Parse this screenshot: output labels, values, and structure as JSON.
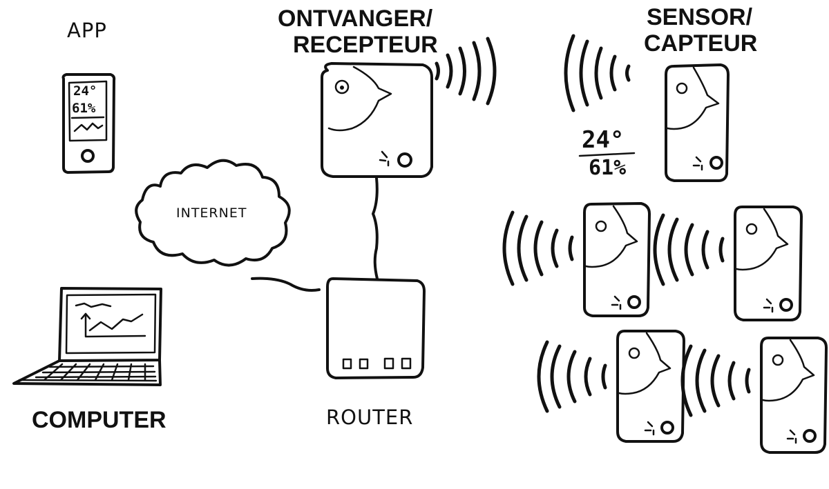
{
  "labels": {
    "app": "APP",
    "receiver_line1": "ONTVANGER/",
    "receiver_line2": "RECEPTEUR",
    "sensor_line1": "SENSOR/",
    "sensor_line2": "CAPTEUR",
    "internet": "INTERNET",
    "computer": "COMPUTER",
    "router": "ROUTER"
  },
  "phone_screen": {
    "temperature": "24°",
    "humidity": "61%"
  },
  "sensor_readout": {
    "temperature": "24°",
    "humidity": "61%"
  }
}
